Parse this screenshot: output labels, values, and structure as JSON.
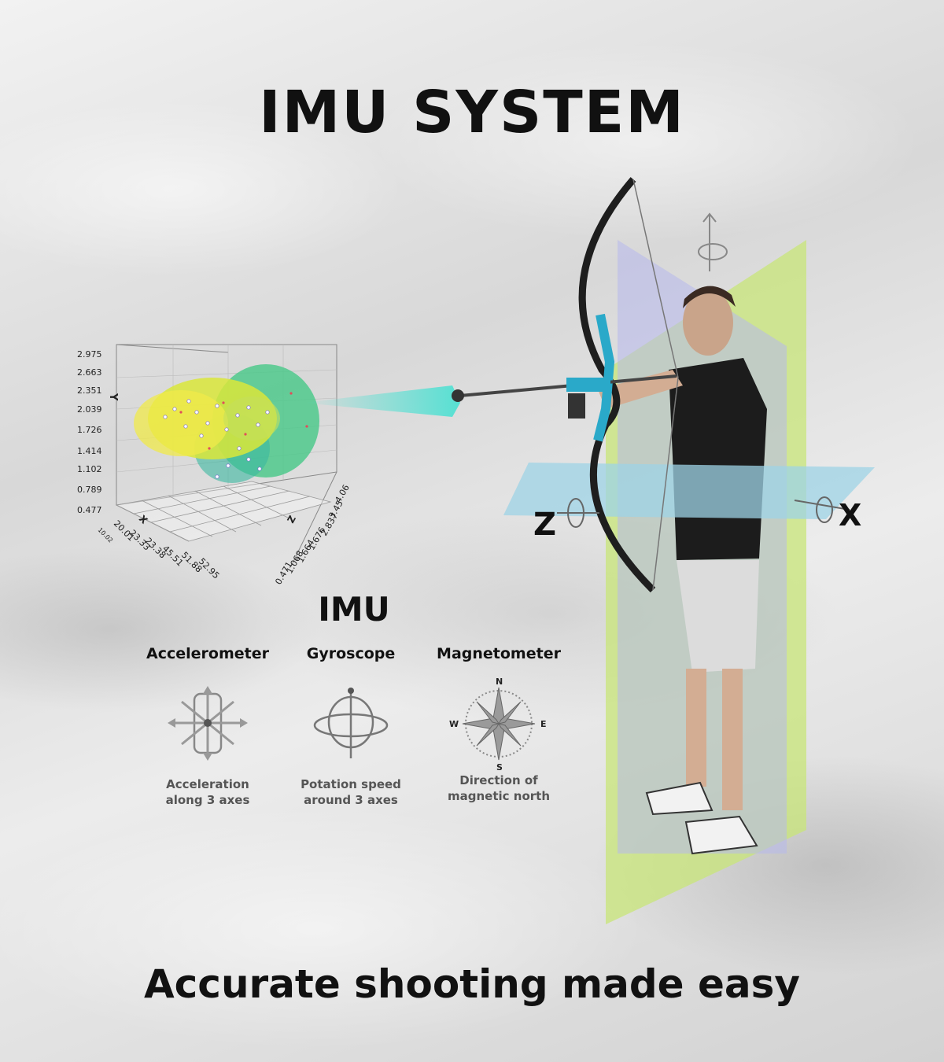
{
  "title": "IMU SYSTEM",
  "footer": "Accurate shooting made easy",
  "imu": {
    "heading": "IMU",
    "sensors": [
      {
        "name": "Accelerometer",
        "desc_line1": "Acceleration",
        "desc_line2": "along 3 axes",
        "icon": "accelerometer-icon"
      },
      {
        "name": "Gyroscope",
        "desc_line1": "Potation speed",
        "desc_line2": "around 3 axes",
        "icon": "gyroscope-icon"
      },
      {
        "name": "Magnetometer",
        "desc_line1": "Direction of",
        "desc_line2": "magnetic north",
        "icon": "compass-icon",
        "compass": {
          "n": "N",
          "s": "S",
          "e": "E",
          "w": "W"
        }
      }
    ]
  },
  "plot": {
    "y_axis_label": "Y",
    "x_axis_label": "X",
    "z_axis_label": "Z",
    "y_ticks": [
      "2.975",
      "2.663",
      "2.351",
      "2.039",
      "1.726",
      "1.414",
      "1.102",
      "0.789",
      "0.477"
    ],
    "x_ticks": [
      "10.02",
      "20.01",
      "23.33",
      "23.38",
      "45.51",
      "51.88",
      "52.95"
    ],
    "z_ticks": [
      "4.06",
      "3.45",
      "2.837",
      "1.676",
      "1.664",
      "1.068",
      "0.471"
    ]
  },
  "axes": {
    "x": "X",
    "z": "Z"
  },
  "colors": {
    "plane_green": "#c8e678",
    "plane_blue": "#9ed3e6",
    "plane_purple": "#b7b8ec",
    "bow_accent": "#2aa9c9",
    "trail": "#4fe0d2"
  }
}
